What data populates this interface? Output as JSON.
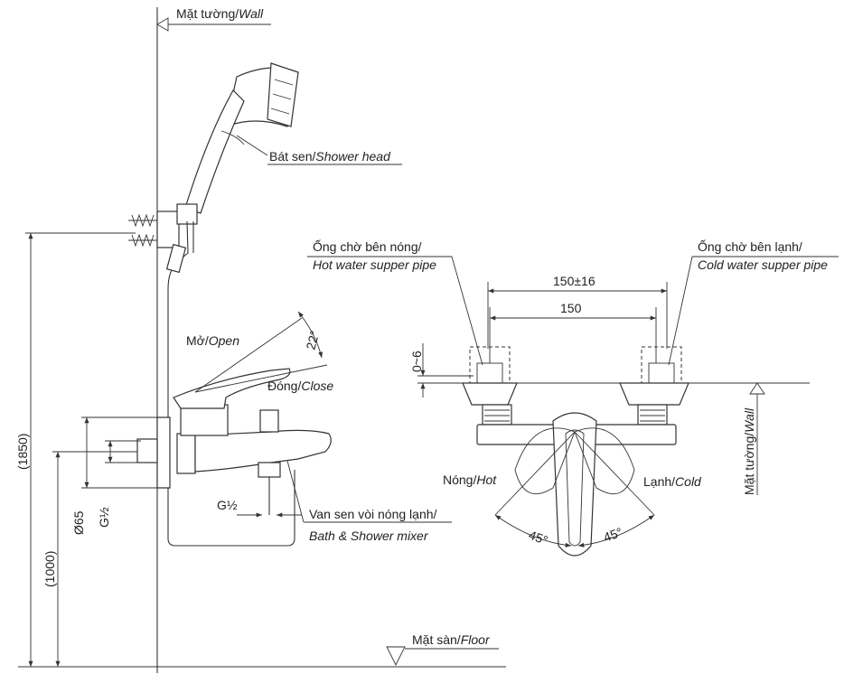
{
  "labels": {
    "wall_top": {
      "vi": "Mặt tường/",
      "en": "Wall"
    },
    "shower_head": {
      "vi": "Bát sen/",
      "en": "Shower head"
    },
    "open": {
      "vi": "Mở/",
      "en": "Open"
    },
    "close": {
      "vi": "Đóng/",
      "en": "Close"
    },
    "angle_22": "22°",
    "mixer_line1": "Van sen vòi nóng lạnh/",
    "mixer_line2": "Bath & Shower mixer",
    "g_half_h": "G½",
    "g_half_v": "G½",
    "d65": "Ø65",
    "h1850": "(1850)",
    "h1000": "(1000)",
    "floor": {
      "vi": "Mặt sàn/",
      "en": "Floor"
    },
    "hot_pipe_line1": "Ống chờ bên nóng/",
    "hot_pipe_line2": "Hot water supper pipe",
    "cold_pipe_line1": "Ống chờ bên lạnh/",
    "cold_pipe_line2": "Cold water supper pipe",
    "dim_150_16": "150±16",
    "dim_150": "150",
    "dim_0_6": "0~6",
    "hot": {
      "vi": "Nóng/",
      "en": "Hot"
    },
    "cold": {
      "vi": "Lạnh/",
      "en": "Cold"
    },
    "angle_45_left": "45°",
    "angle_45_right": "45°",
    "wall_right": {
      "vi": "Mặt tường/",
      "en": "Wall"
    }
  },
  "colors": {
    "line": "#333333",
    "text": "#222222",
    "background": "#ffffff"
  }
}
